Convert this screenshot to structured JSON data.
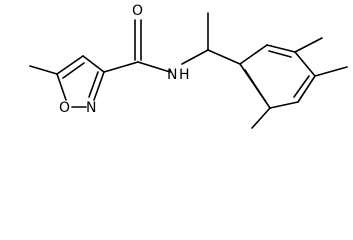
{
  "structure": {
    "atom_labels": {
      "carbonyl_oxygen": "O",
      "amide_nitrogen": "N",
      "amide_hydrogen": "H",
      "ring_nitrogen": "N",
      "ring_oxygen": "O"
    }
  },
  "colors": {
    "background": "#ffffff",
    "ink": "#000000"
  }
}
